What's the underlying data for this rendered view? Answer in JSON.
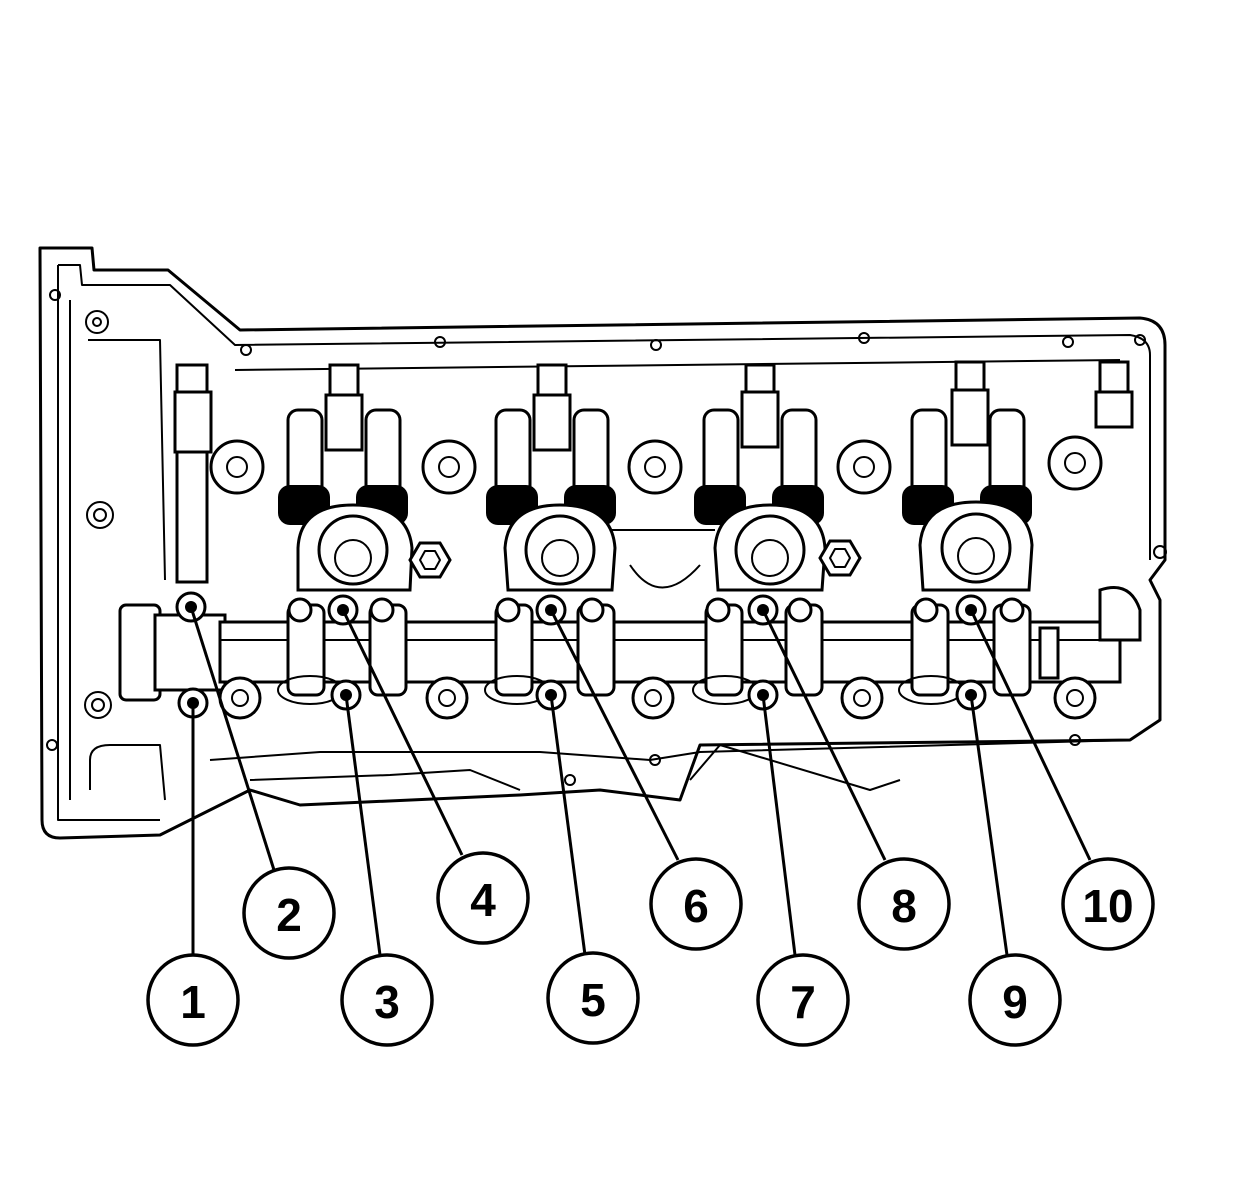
{
  "callouts": [
    {
      "label": "1",
      "color": "#000000"
    },
    {
      "label": "2",
      "color": "#000000"
    },
    {
      "label": "3",
      "color": "#000000"
    },
    {
      "label": "4",
      "color": "#000000"
    },
    {
      "label": "5",
      "color": "#000000"
    },
    {
      "label": "6",
      "color": "#000000"
    },
    {
      "label": "7",
      "color": "#000000"
    },
    {
      "label": "8",
      "color": "#000000"
    },
    {
      "label": "9",
      "color": "#000000"
    },
    {
      "label": "10",
      "color": "#000000"
    }
  ]
}
